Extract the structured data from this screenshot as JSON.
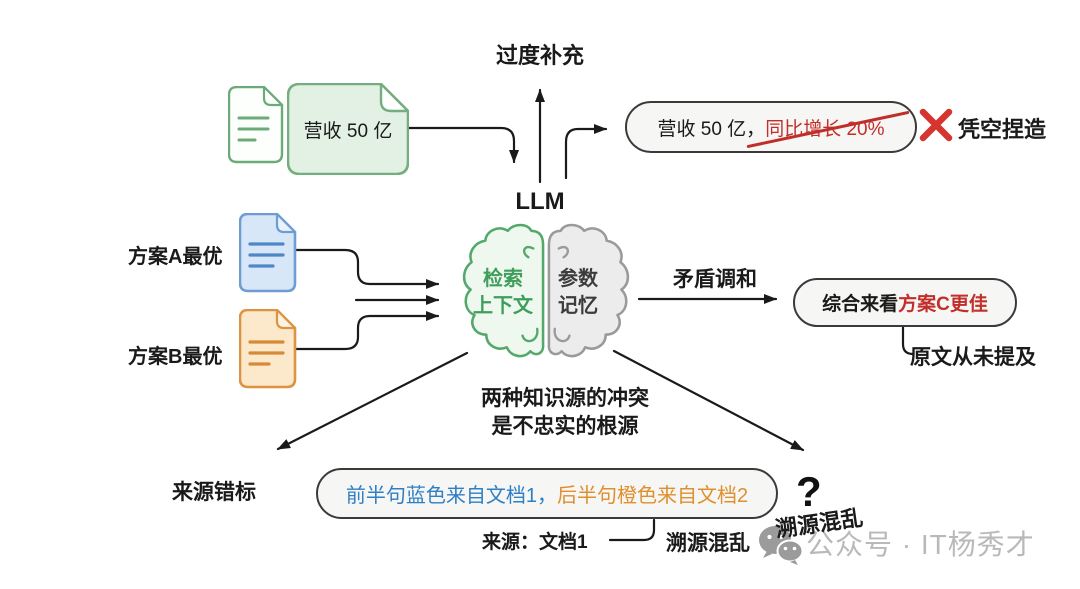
{
  "diagram": {
    "top": {
      "source_doc_text": "营收 50 亿",
      "over_supplement_label": "过度补充",
      "bubble_normal": "营收 50 亿，",
      "bubble_struck": "同比增长 20%",
      "fabrication_label": "凭空捏造"
    },
    "left": {
      "doc_a_label": "方案A最优",
      "doc_b_label": "方案B最优"
    },
    "brain": {
      "llm_label": "LLM",
      "left_line1": "检索",
      "left_line2": "上下文",
      "right_line1": "参数",
      "right_line2": "记忆"
    },
    "right": {
      "reconcile_label": "矛盾调和",
      "bubble_normal": "综合来看",
      "bubble_red": "方案C更佳",
      "never_mentioned_label": "原文从未提及"
    },
    "bottom": {
      "conflict_line1": "两种知识源的冲突",
      "conflict_line2": "是不忠实的根源",
      "mislabel_label": "来源错标",
      "bubble_blue": "前半句蓝色来自文档1，",
      "bubble_orange": "后半句橙色来自文档2",
      "source_label": "来源：文档1",
      "confusion_label_1": "溯源混乱",
      "confusion_label_2": "溯源混乱",
      "question_mark": "?"
    },
    "watermark": {
      "text": "公众号 · IT杨秀才"
    }
  },
  "colors": {
    "green_fill": "#e3f1e4",
    "green_stroke": "#6fae7c",
    "blue_fill": "#d7e7f8",
    "blue_stroke": "#6e9cd3",
    "orange_fill": "#fce8cb",
    "orange_stroke": "#dd9442",
    "brain_green": "#47a161",
    "brain_green_fill": "#eef8ef",
    "brain_gray": "#9a9a9a",
    "brain_gray_fill": "#ececec",
    "red_text": "#c22f2a",
    "cross_red": "#d5342f",
    "blue_text": "#2f7fc4",
    "orange_text": "#e08f2e",
    "watermark_gray": "#b9b9b9"
  }
}
